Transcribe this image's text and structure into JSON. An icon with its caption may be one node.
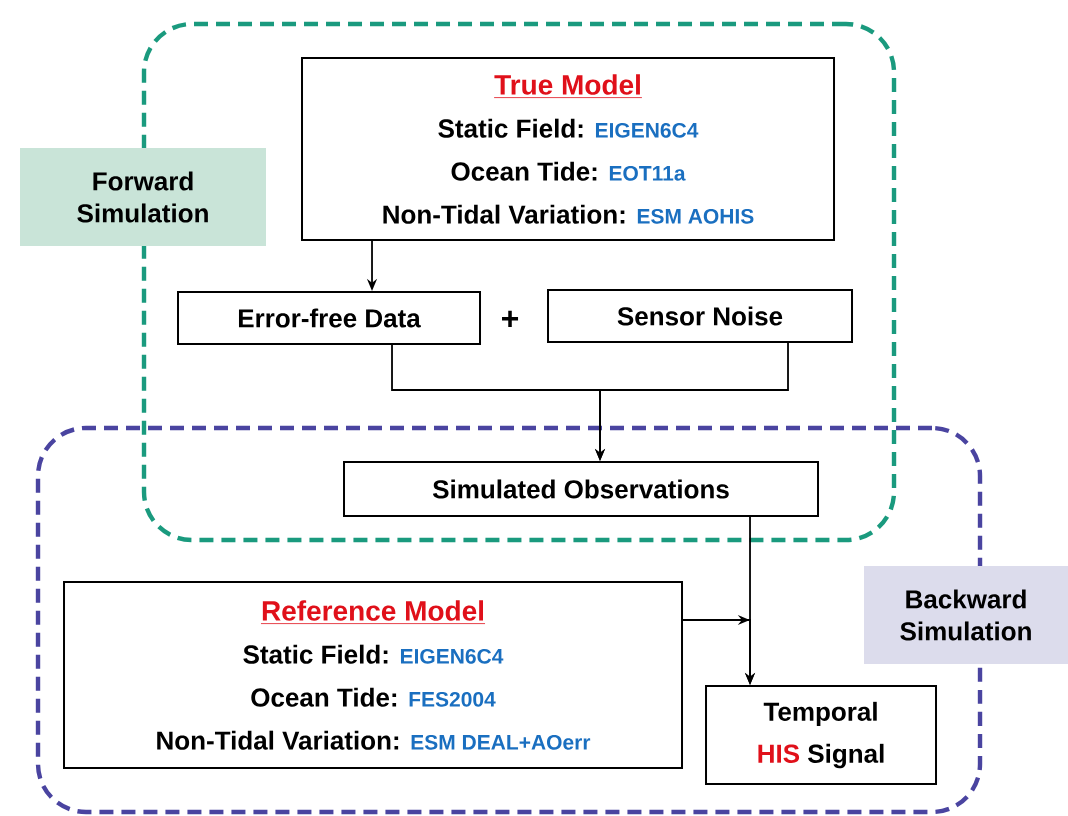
{
  "diagram": {
    "nodes": [
      {
        "text": [
          "Forward Simulation"
        ]
      },
      {
        "text": [
          "Backward Simulation"
        ]
      },
      {
        "text": [
          "True Model",
          "Static Field:",
          "EIGEN6C4",
          "Ocean Tide:",
          "EOT11a",
          "Non-Tidal Variation:",
          "ESM AOHIS"
        ],
        "in": 0
      },
      {
        "text": [
          "Error-free Data"
        ],
        "in": 0
      },
      {
        "text": [
          "Sensor Noise"
        ],
        "in": 0
      },
      {
        "text": [
          "Simulated  Observations"
        ]
      },
      {
        "text": [
          "Reference Model",
          "Static Field:",
          "EIGEN6C4",
          "Ocean Tide:",
          "FES2004",
          "Non-Tidal Variation:",
          "ESM DEAL+AOerr"
        ],
        "in": 1
      },
      {
        "text": [
          "Temporal",
          "HIS",
          "Signal"
        ],
        "in": 1
      }
    ],
    "edges": [
      {
        "from": 2,
        "to": 3,
        "arrow": "to"
      },
      {
        "from": 3,
        "to": 5,
        "arrow": "to"
      },
      {
        "from": 4,
        "to": 5,
        "arrow": "to"
      },
      {
        "from": 5,
        "to": 7,
        "arrow": "to"
      },
      {
        "from": 6,
        "to": 7,
        "arrow": "to"
      }
    ],
    "labels": [
      "+"
    ]
  }
}
